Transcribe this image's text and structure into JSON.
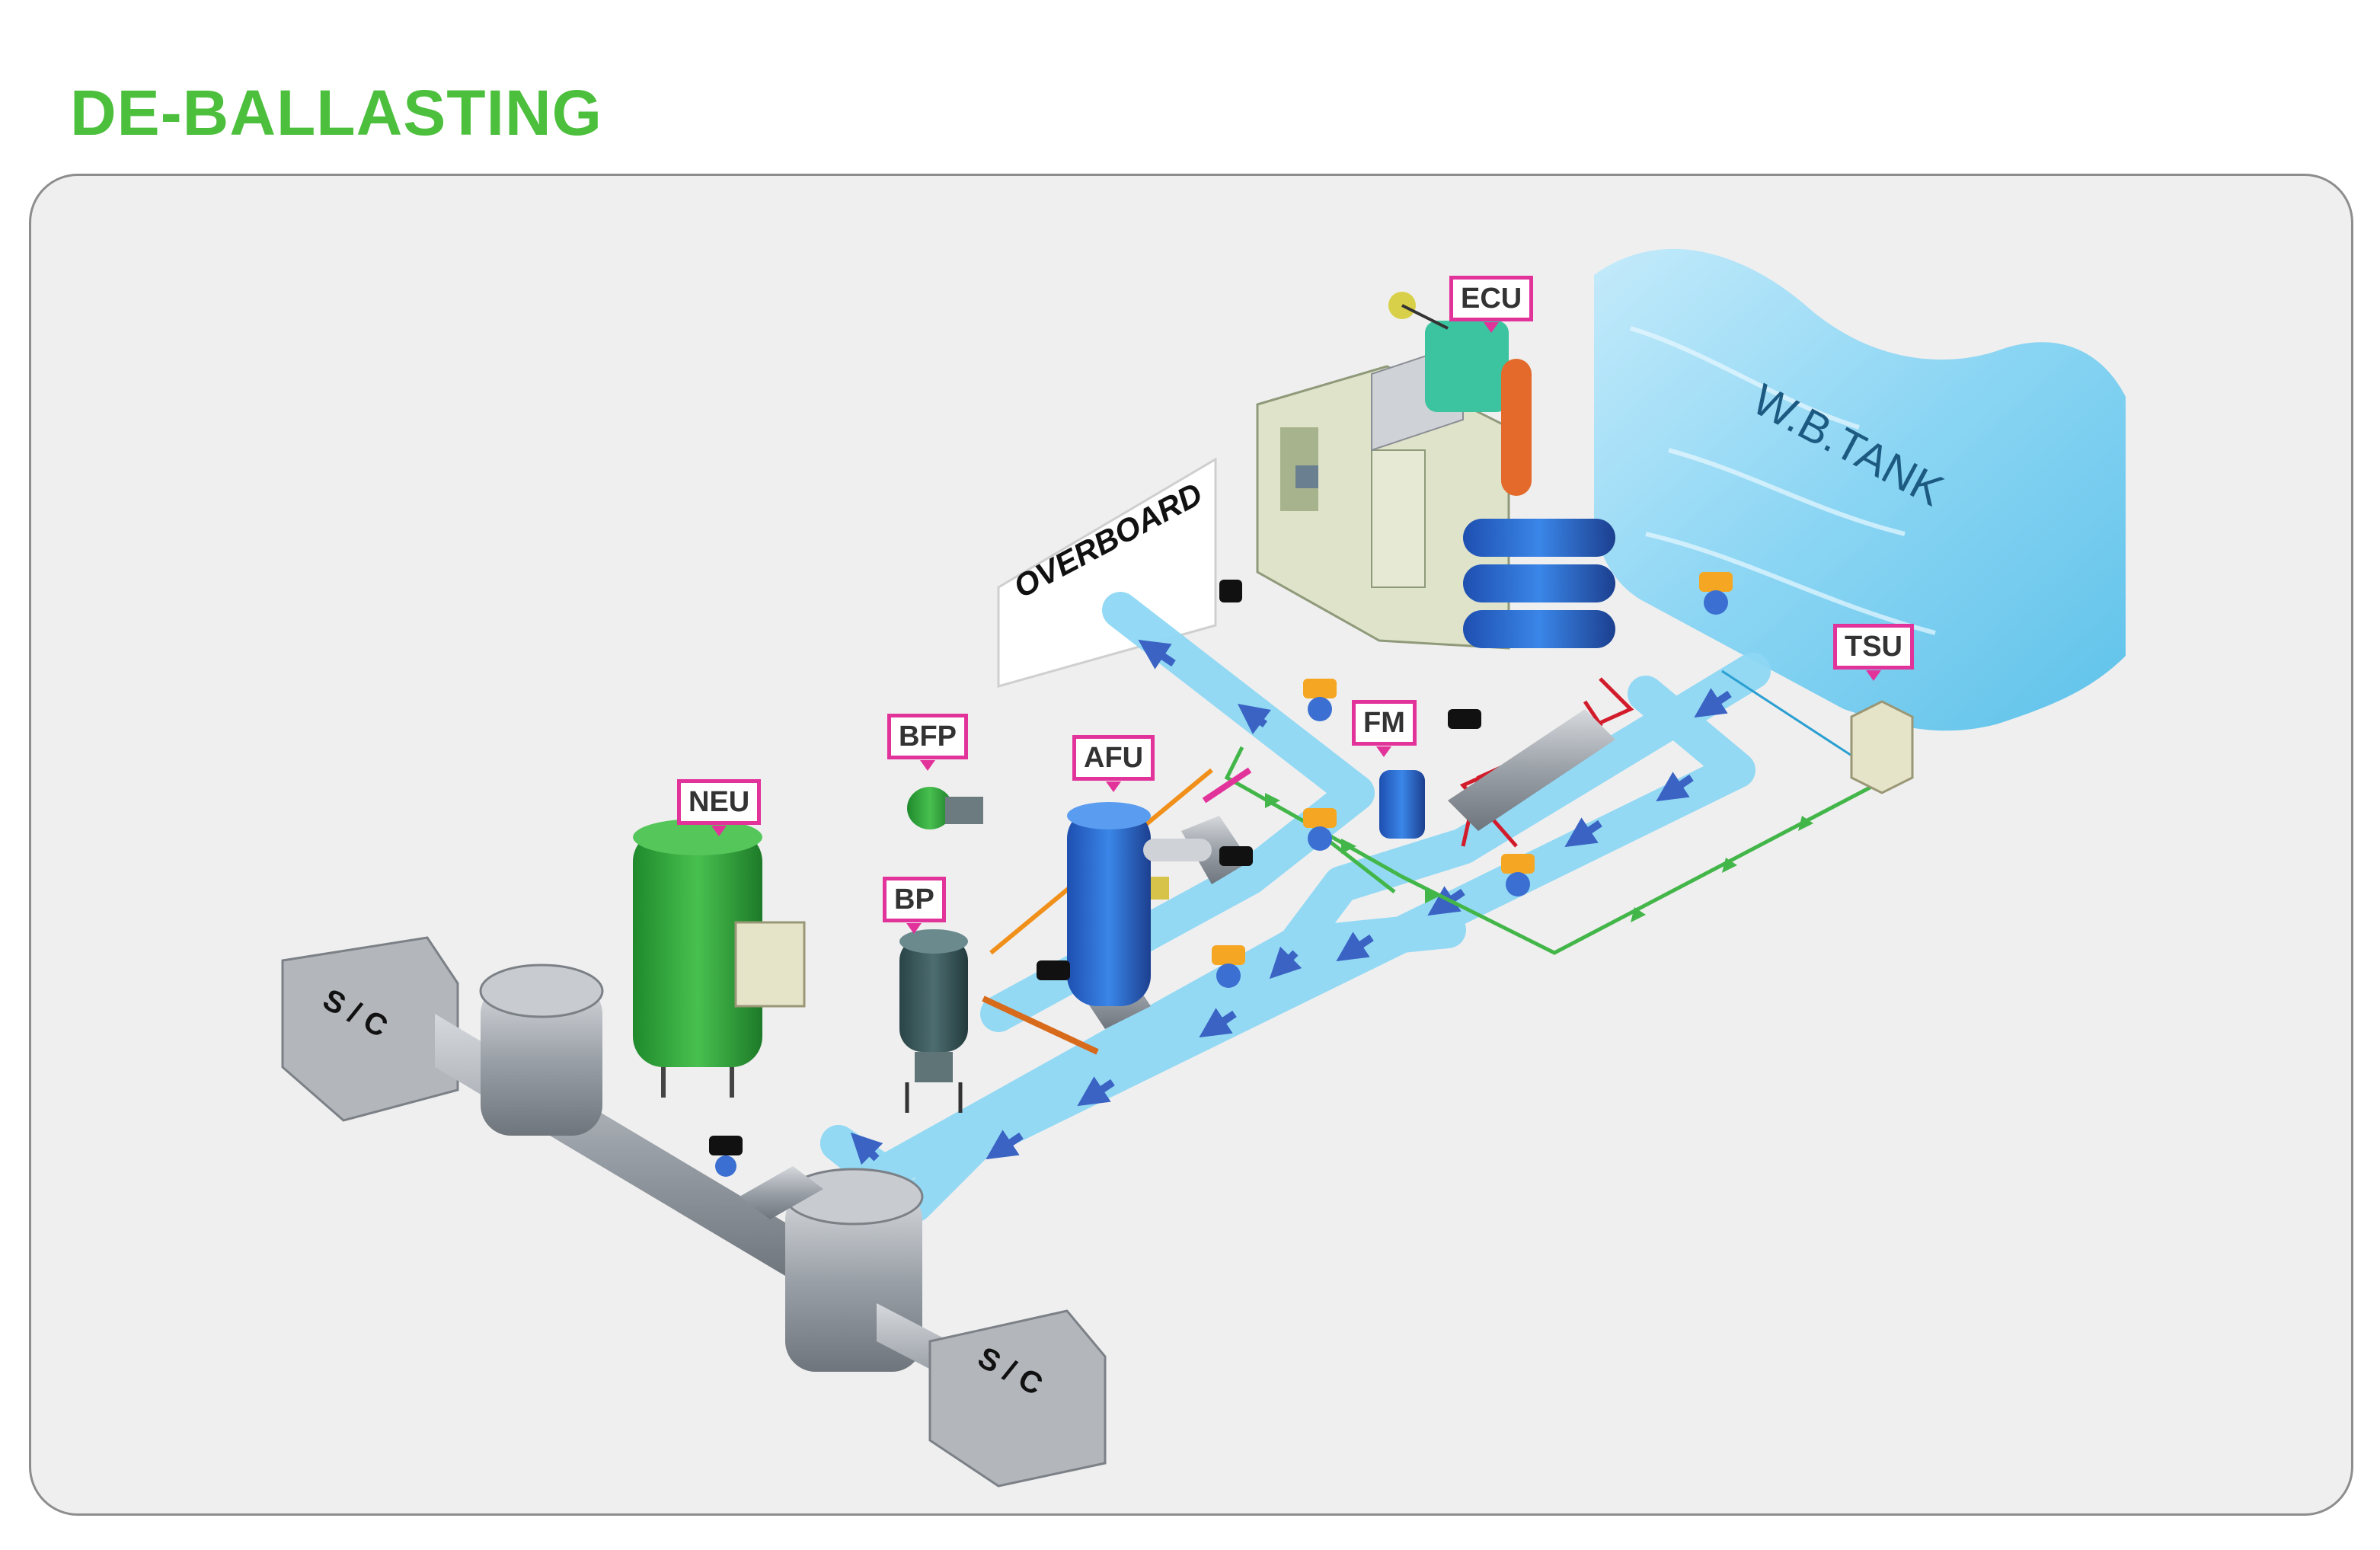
{
  "page": {
    "title": "DE-BALLASTING"
  },
  "labels": {
    "ecu": "ECU",
    "tsu": "TSU",
    "bfp": "BFP",
    "afu": "AFU",
    "fm": "FM",
    "neu": "NEU",
    "bp": "BP"
  },
  "tank": {
    "name": "W.B.TANK"
  },
  "overboard": {
    "text": "OVERBOARD"
  },
  "sea_chest": {
    "left": "S / C",
    "right": "S / C"
  },
  "colors": {
    "title": "#4cbf3d",
    "pipe": "#8fd8f5",
    "flow_arrow": "#3a63c4",
    "label_border": "#e2339b",
    "valve": "#f5a623",
    "signal_line": "#43b649",
    "control_line": "#d21c2b"
  }
}
